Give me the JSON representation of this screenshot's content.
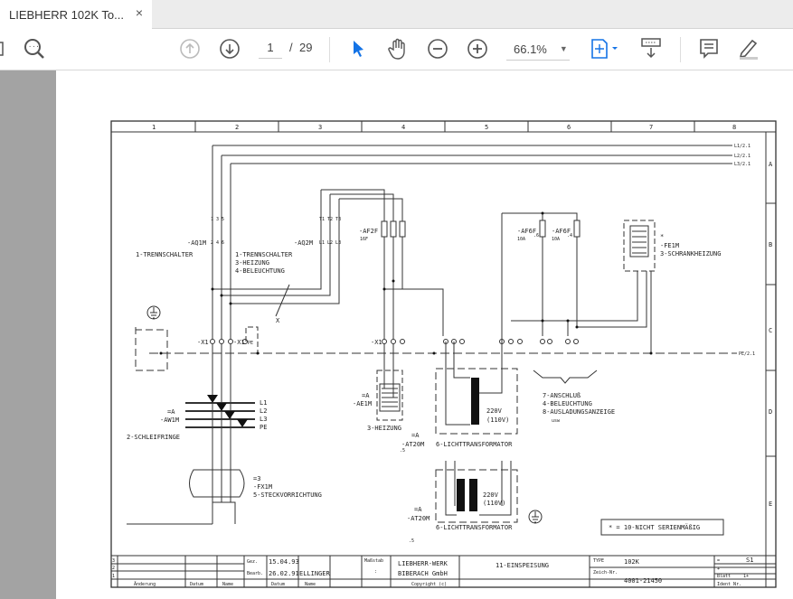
{
  "tab": {
    "title": "LIEBHERR 102K To...",
    "close": "×"
  },
  "toolbar": {
    "current_page": "1",
    "page_sep": "/",
    "total_pages": "29",
    "zoom": "66.1%",
    "icons": [
      "page-icon",
      "search-icon",
      "previous-page-icon",
      "next-page-icon",
      "select-arrow-icon",
      "hand-icon",
      "zoom-out-icon",
      "zoom-in-icon",
      "fit-page-icon",
      "scroll-mode-icon",
      "comment-icon",
      "highlight-pen-icon"
    ]
  },
  "drawing": {
    "columns": [
      "1",
      "2",
      "3",
      "4",
      "5",
      "6",
      "7",
      "8"
    ],
    "rows": [
      "A",
      "B",
      "C",
      "D",
      "E"
    ],
    "bus_labels": [
      "L1/2.1",
      "L2/2.1",
      "L3/2.1"
    ],
    "pe_label": "PE/2.1",
    "aq1m": {
      "id": "-AQ1M",
      "top": "1  3  5",
      "bottom": "2  4  6",
      "desc": "1-TRENNSCHALTER"
    },
    "aq2m": {
      "id": "-AQ2M",
      "top": "T1 T2 T3",
      "bottom": "L1 L2 L3",
      "desc": [
        "1-TRENNSCHALTER",
        "3-HEIZUNG",
        "4-BELEUCHTUNG"
      ]
    },
    "x_mark": "X",
    "af2f": {
      "id": "-AF2F",
      "rating": "16F"
    },
    "af6f_1": {
      "id": "-AF6F",
      "rating": "10A",
      "pin": ".6"
    },
    "af6f_2": {
      "id": "-AF6F",
      "rating": "10A",
      "pin": ".4"
    },
    "fe1m": {
      "mark": "*",
      "id": "-FE1M",
      "desc": "3-SCHRANKHEIZUNG"
    },
    "x1_left": "-X1",
    "x1_pe": "-X1",
    "x1_pe_tag": "PE",
    "x1_mid": "-X1",
    "aw1m": {
      "eq": "=A",
      "id": "-AW1M",
      "desc": "2-SCHLEIFRINGE",
      "rails": [
        "L1",
        "L2",
        "L3",
        "PE"
      ]
    },
    "ae1m": {
      "eq": "=A",
      "id": "-AE1M",
      "desc": "3-HEIZUNG"
    },
    "trafo1": {
      "eq": "=A",
      "id": "-AT20M",
      "sub": ".5",
      "desc": "6-LICHTTRANSFORMATOR",
      "v1": "220V",
      "v2": "(110V)"
    },
    "trafo2": {
      "eq": "=A",
      "id": "-AT20M",
      "sub": ".5",
      "desc": "6-LICHTTRANSFORMATOR",
      "v1": "220V",
      "v2": "(110V)"
    },
    "group_desc": [
      "7-ANSCHLUß",
      "4-BELEUCHTUNG",
      "8-AUSLADUNGSANZEIGE",
      "usw"
    ],
    "fx1m": {
      "eq": "=3",
      "id": "-FX1M",
      "desc": "5-STECKVORRICHTUNG"
    },
    "legend": "* = 10-NICHT SERIENMÄßIG",
    "title_block": {
      "rev": [
        "3",
        "2",
        "1"
      ],
      "rev_headers": [
        "Änderung",
        "Datum",
        "Name"
      ],
      "gez_label": "Gez.",
      "gez_date": "15.04.93",
      "bearb_label": "Bearb.",
      "bearb_date": "26.02.91",
      "bearb_name": "ELLINGER",
      "datum_label": "Datum",
      "name_label": "Name",
      "massstab_label": "Maßstab",
      "massstab": ":",
      "company1": "LIEBHERR-WERK",
      "company2": "BIBERACH GmbH",
      "copyright": "Copyright (c)",
      "sheet_title": "11-EINSPEISUNG",
      "type_label": "TYPE",
      "type": "102K",
      "zeich_label": "Zeich-Nr.",
      "zeich": "4001-21450",
      "sheet_eq": "=",
      "sheet_s": "S1",
      "sheet_plus": "+",
      "blatt_label": "Blatt",
      "blatt": "1+",
      "ident_label": "Ident Nr."
    }
  }
}
